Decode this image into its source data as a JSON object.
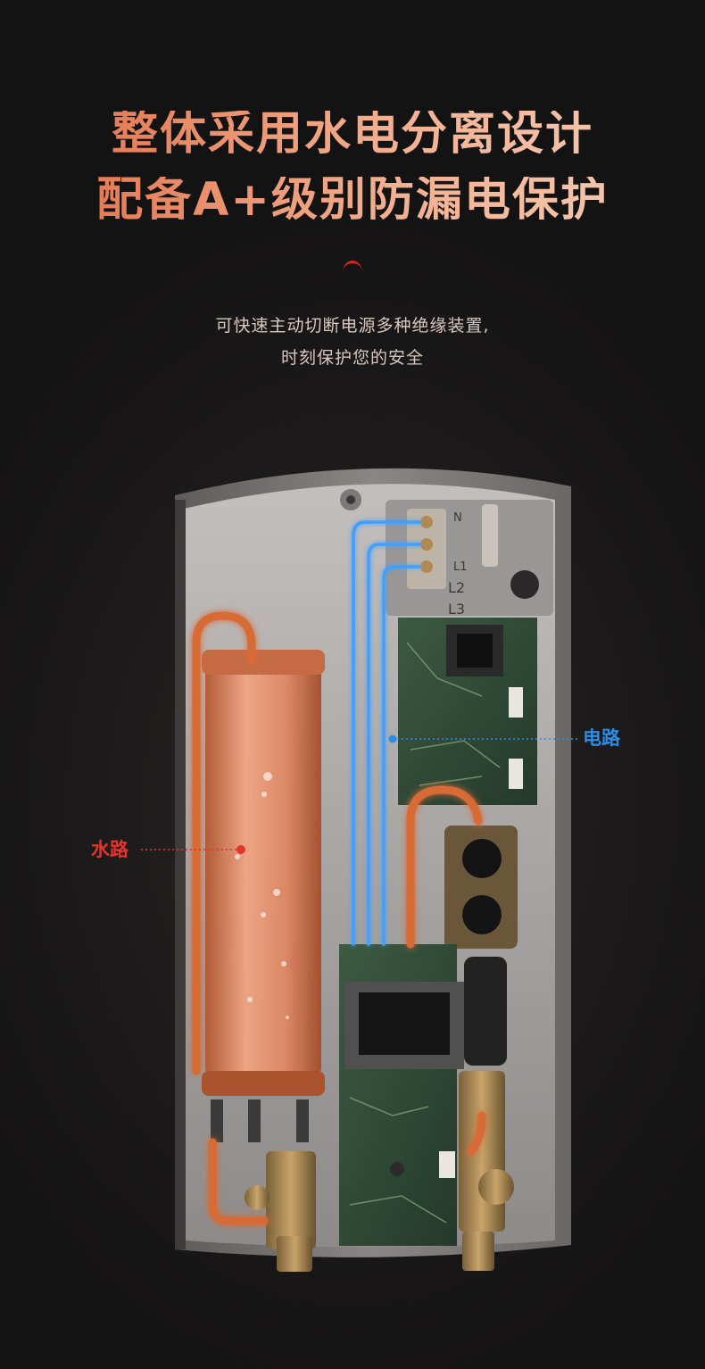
{
  "headline": {
    "line1": "整体采用水电分离设计",
    "line2": "配备A+级别防漏电保护"
  },
  "subtitle": {
    "line1": "可快速主动切断电源多种绝缘装置,",
    "line2": "时刻保护您的安全"
  },
  "callouts": {
    "water": "水路",
    "power": "电路"
  },
  "terminal_labels": [
    "N",
    "L1",
    "L2",
    "L3"
  ],
  "colors": {
    "headline_start": "#e06a42",
    "headline_end": "#f6cdb6",
    "water": "#e8332a",
    "power": "#2a8ee8",
    "copper": "#d86a34"
  }
}
